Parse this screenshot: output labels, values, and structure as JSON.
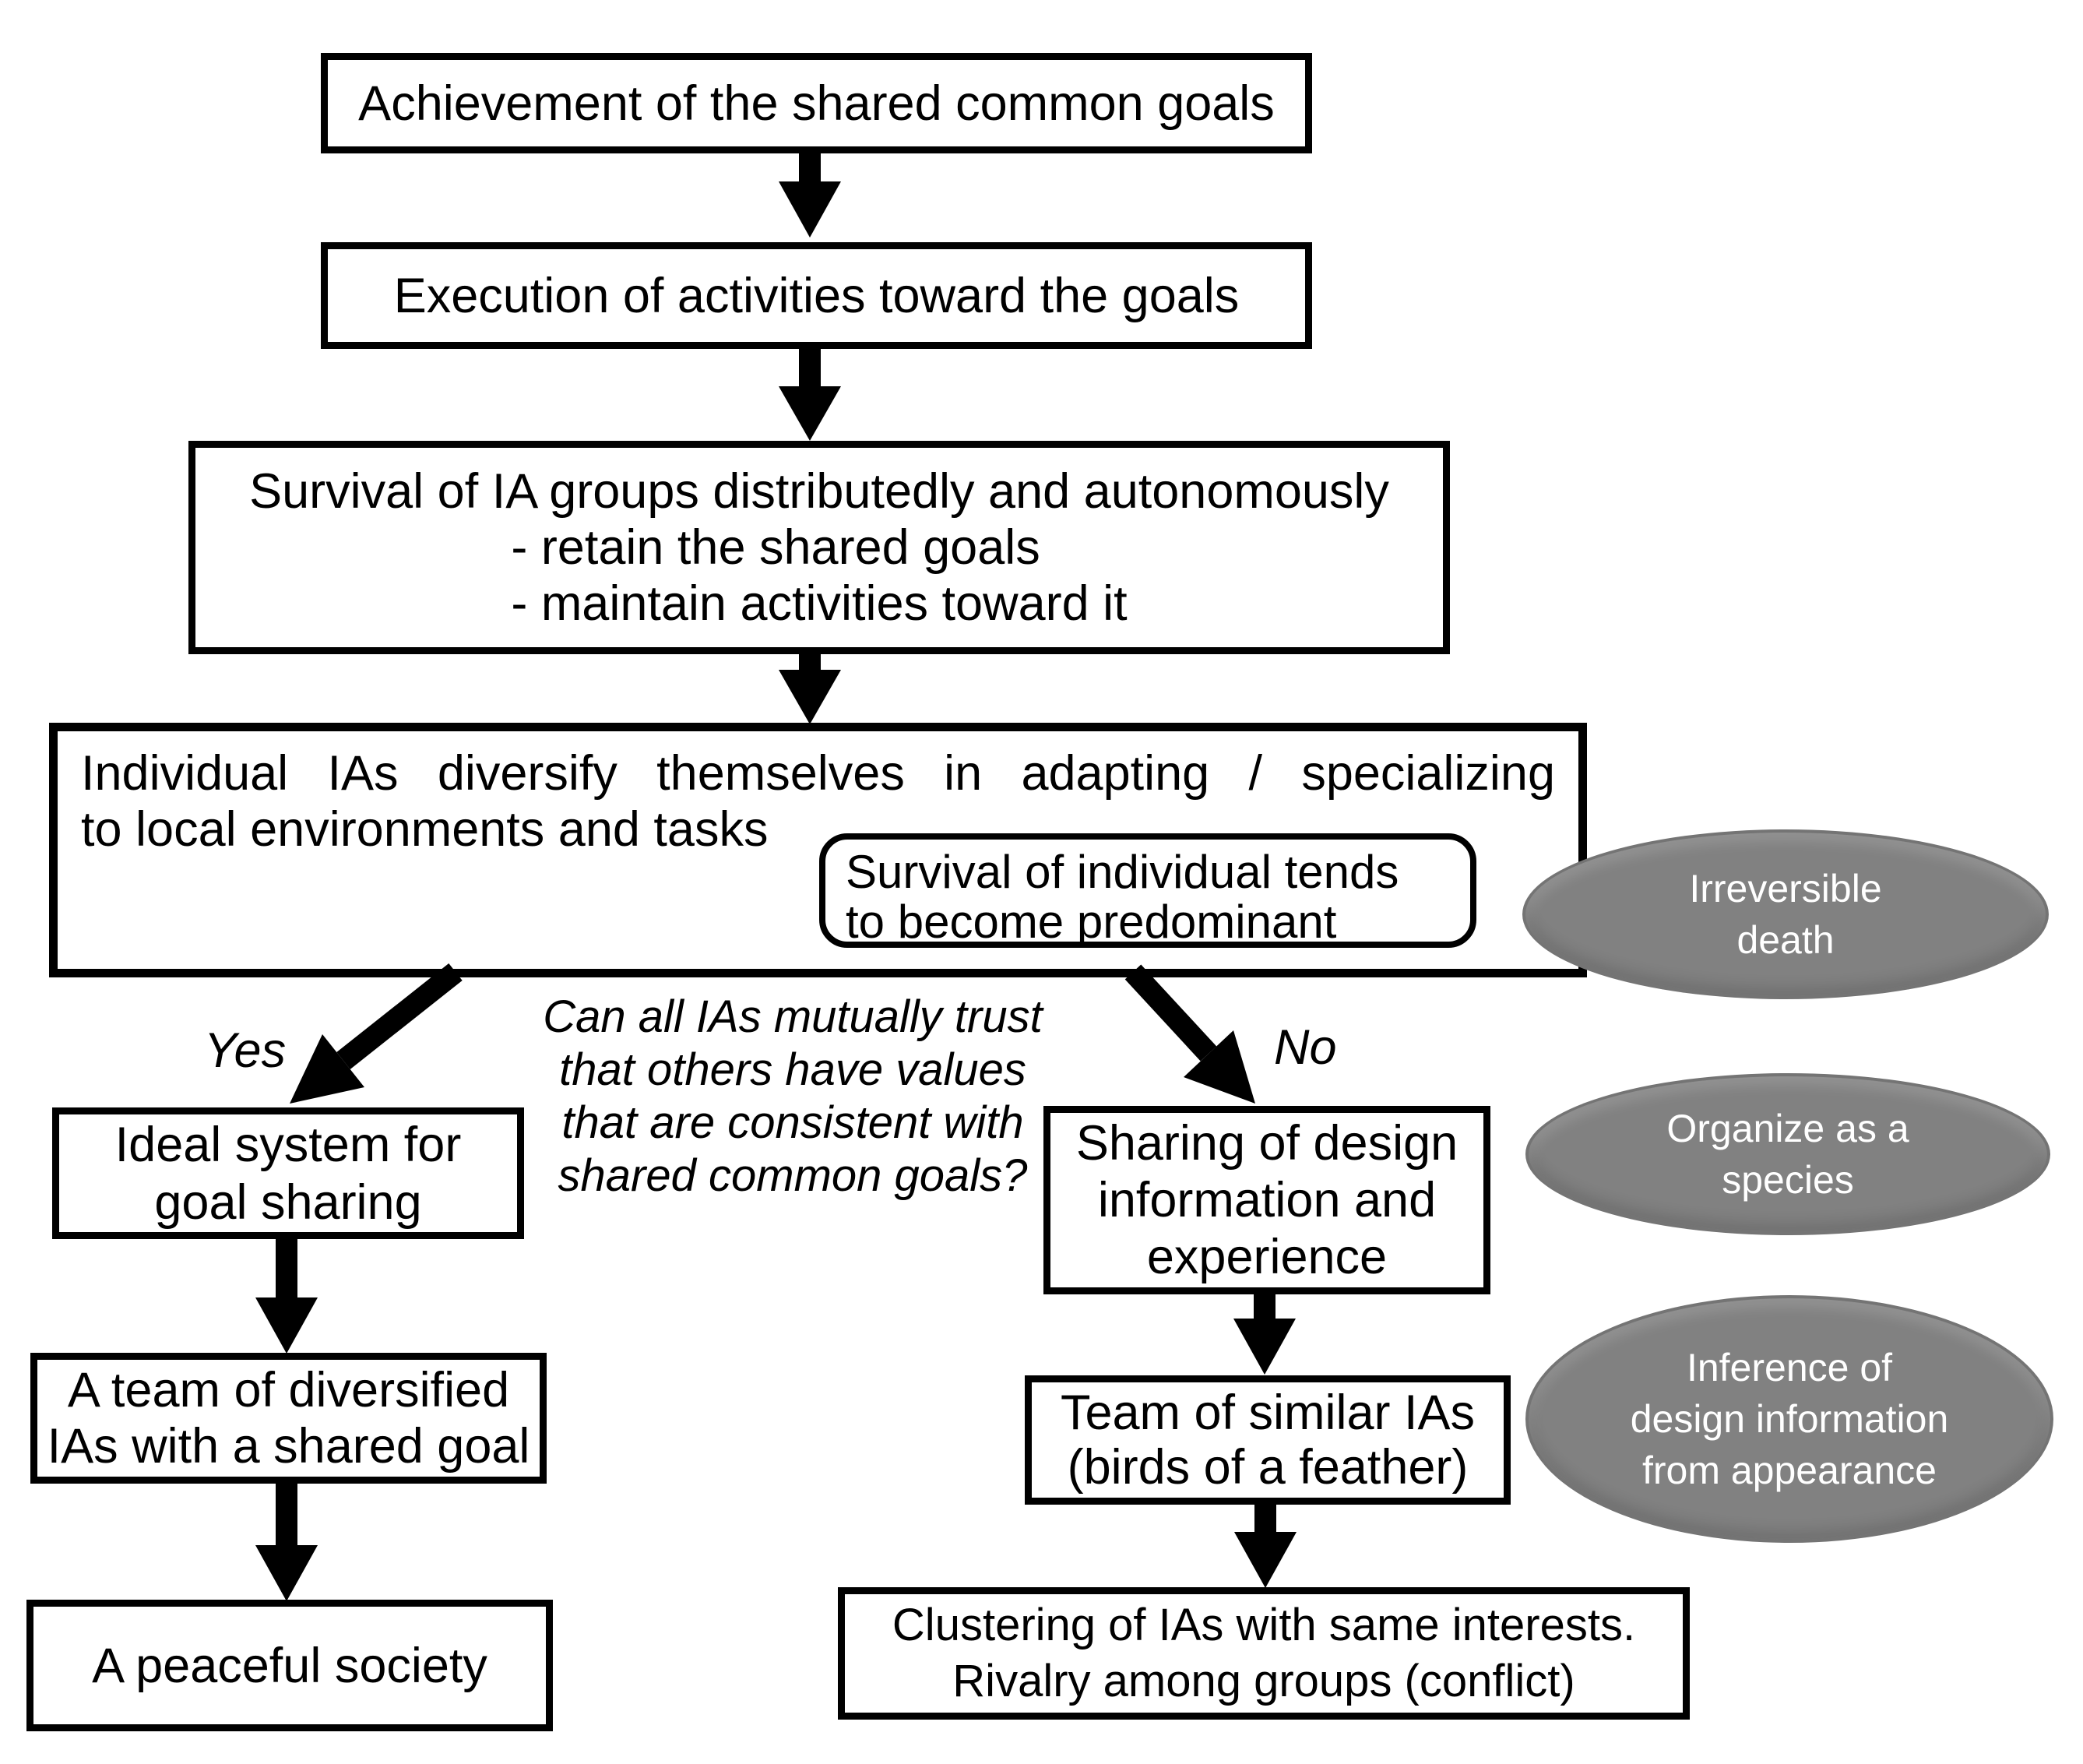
{
  "flow": {
    "achievement": {
      "text": "Achievement of the shared common goals"
    },
    "execution": {
      "text": "Execution of activities toward the goals"
    },
    "survival_groups": {
      "line1": "Survival of IA groups distributedly and autonomously",
      "bullet1": "-  retain the shared goals",
      "bullet2": "-  maintain activities toward it"
    },
    "diversify": {
      "line1": "Individual IAs diversify themselves in adapting / specializing",
      "line2": "to local environments and tasks"
    },
    "survival_individual": {
      "line1": "Survival of individual tends",
      "line2": "to become predominant"
    },
    "question": {
      "line1": "Can all IAs mutually trust",
      "line2": "that others have values",
      "line3": "that are consistent with",
      "line4": "shared common goals?"
    },
    "yes_label": "Yes",
    "no_label": "No",
    "ideal": {
      "line1": "Ideal system for",
      "line2": "goal sharing"
    },
    "sharing": {
      "line1": "Sharing of design",
      "line2": "information and",
      "line3": "experience"
    },
    "team_diversified": {
      "line1": "A team of diversified",
      "line2": "IAs with a shared goal"
    },
    "peaceful": {
      "text": "A peaceful society"
    },
    "team_similar": {
      "line1": "Team of similar IAs",
      "line2": "(birds of a feather)"
    },
    "clustering": {
      "line1": "Clustering of IAs with same interests.",
      "line2": "Rivalry among groups (conflict)"
    }
  },
  "annotations": {
    "irreversible": {
      "line1": "Irreversible",
      "line2": "death"
    },
    "organize": {
      "line1": "Organize as a",
      "line2": "species"
    },
    "inference": {
      "line1": "Inference of",
      "line2": "design information",
      "line3": "from appearance"
    }
  },
  "colors": {
    "ink": "#000000",
    "box_fill": "#ffffff",
    "ellipse_fill": "#818181",
    "ellipse_border": "#747474",
    "ellipse_text": "#ffffff"
  }
}
